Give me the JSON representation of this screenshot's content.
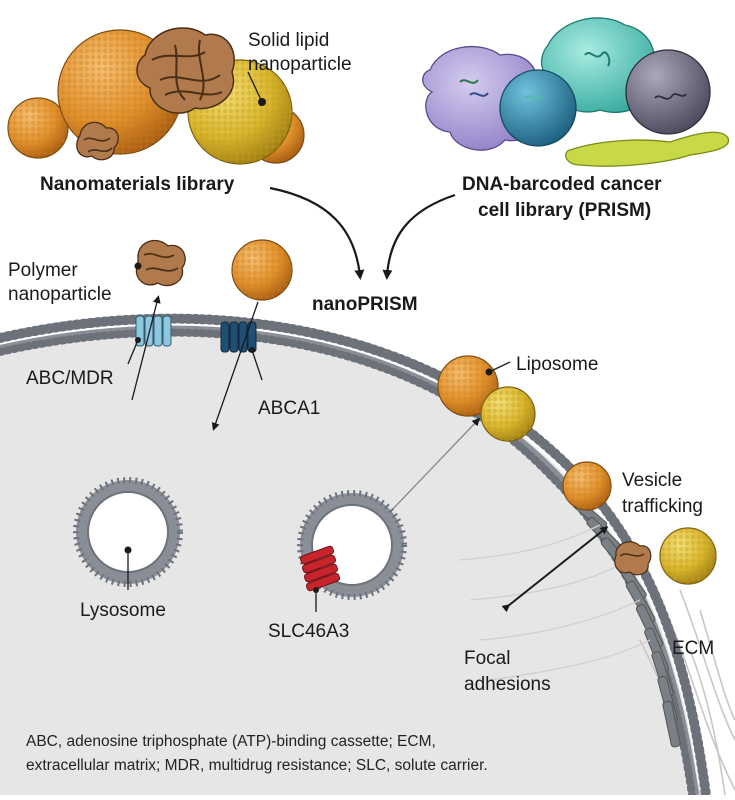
{
  "labels": {
    "solid_lipid_line1": "Solid lipid",
    "solid_lipid_line2": "nanoparticle",
    "nanomaterials_library": "Nanomaterials library",
    "dna_library_line1": "DNA-barcoded cancer",
    "dna_library_line2": "cell library (PRISM)",
    "nanoprism": "nanoPRISM",
    "polymer_line1": "Polymer",
    "polymer_line2": "nanoparticle",
    "abc_mdr": "ABC/MDR",
    "abca1": "ABCA1",
    "liposome": "Liposome",
    "vesicle_line1": "Vesicle",
    "vesicle_line2": "trafficking",
    "lysosome": "Lysosome",
    "slc46a3": "SLC46A3",
    "focal_line1": "Focal",
    "focal_line2": "adhesions",
    "ecm": "ECM"
  },
  "footnote": {
    "line1": "ABC, adenosine triphosphate (ATP)-binding cassette; ECM,",
    "line2": "extracellular matrix;  MDR, multidrug resistance; SLC, solute carrier."
  },
  "colors": {
    "orange_particle": "#e0902a",
    "yellow_particle": "#d9b62e",
    "polymer_brown": "#9a6a45",
    "cell_fill": "#e6e6e6",
    "membrane": "#7a7f87",
    "abc_transporter": "#8ec8de",
    "abca1_transporter": "#1f4f73",
    "slc_transporter": "#c8242c",
    "purple_cell": "#a79ad6",
    "teal_cell": "#2e87a8",
    "mint_cell": "#4dc1b5",
    "gray_cell": "#6e6e80",
    "green_cell": "#c9d846"
  }
}
